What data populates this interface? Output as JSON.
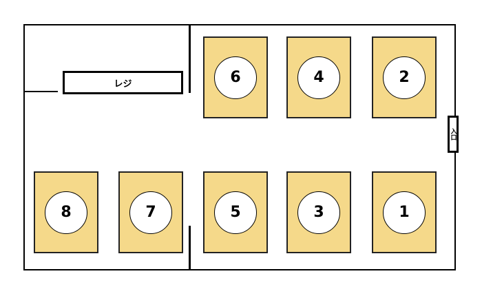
{
  "register_label": "レジ",
  "entrance_label": "入口",
  "colors": {
    "table_fill": "#f5d98a",
    "wall": "#000000"
  },
  "tables": [
    {
      "number": "6"
    },
    {
      "number": "4"
    },
    {
      "number": "2"
    },
    {
      "number": "8"
    },
    {
      "number": "7"
    },
    {
      "number": "5"
    },
    {
      "number": "3"
    },
    {
      "number": "1"
    }
  ]
}
